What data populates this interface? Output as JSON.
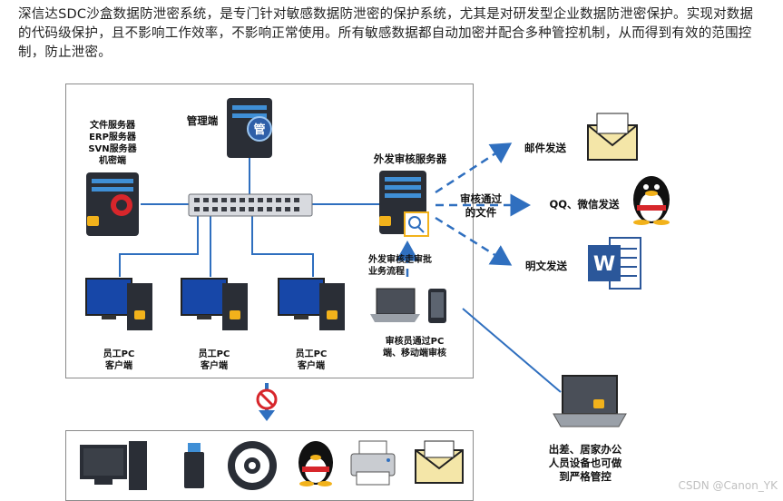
{
  "intro_text": "深信达SDC沙盒数据防泄密系统，是专门针对敏感数据防泄密的保护系统，尤其是对研发型企业数据防泄密保护。实现对数据的代码级保护，且不影响工作效率，不影响正常使用。所有敏感数据都自动加密并配合多种管控机制，从而得到有效的范围控制，防止泄密。",
  "labels": {
    "servers": "文件服务器\nERP服务器\nSVN服务器\n机密端",
    "management": "管理端",
    "outgoing_server": "外发审核服务器",
    "approved_files": "审核通过\n的文件",
    "email_send": "邮件发送",
    "qq_wechat_send": "QQ、微信发送",
    "plaintext_send": "明文发送",
    "approval_flow": "外发审核走审批\n业务流程",
    "reviewer": "审核员通过PC\n端、移动端审核",
    "employee_pc_1": "员工PC\n客户端",
    "employee_pc_2": "员工PC\n客户端",
    "employee_pc_3": "员工PC\n客户端",
    "remote_office": "出差、居家办公\n人员设备也可做\n到严格管控",
    "management_badge": "管",
    "word_badge": "W"
  },
  "watermark": "CSDN @Canon_YK",
  "colors": {
    "line_blue": "#2f6fbf",
    "server_dark": "#2a2e36",
    "monitor_blue": "#1747a8",
    "lock_gold": "#f2b21b",
    "word_blue": "#2b579a",
    "no_red": "#d7262b"
  }
}
